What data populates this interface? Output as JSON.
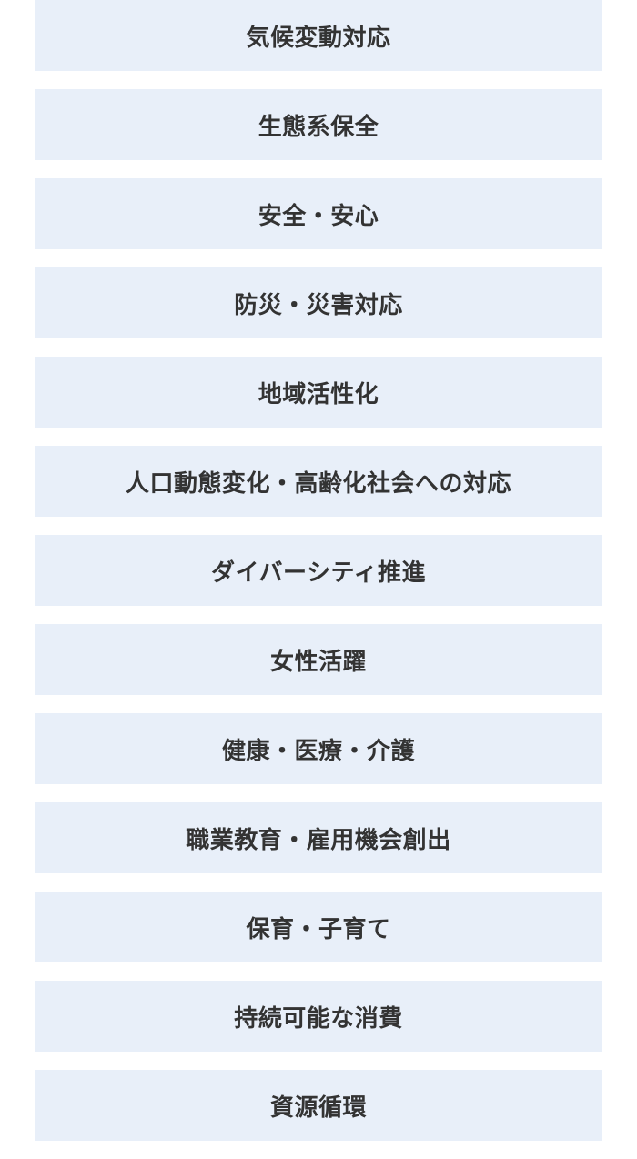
{
  "items": [
    {
      "label": "気候変動対応"
    },
    {
      "label": "生態系保全"
    },
    {
      "label": "安全・安心"
    },
    {
      "label": "防災・災害対応"
    },
    {
      "label": "地域活性化"
    },
    {
      "label": "人口動態変化・高齢化社会への対応"
    },
    {
      "label": "ダイバーシティ推進"
    },
    {
      "label": "女性活躍"
    },
    {
      "label": "健康・医療・介護"
    },
    {
      "label": "職業教育・雇用機会創出"
    },
    {
      "label": "保育・子育て"
    },
    {
      "label": "持続可能な消費"
    },
    {
      "label": "資源循環"
    }
  ]
}
